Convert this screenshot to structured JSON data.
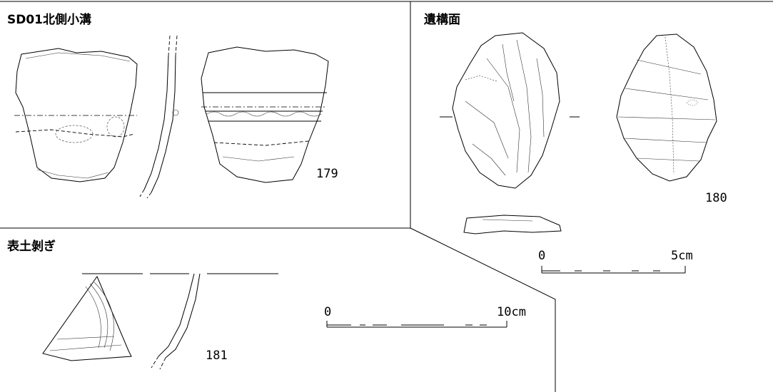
{
  "sections": {
    "sd01": {
      "label": "SD01北側小溝",
      "find_number": "179"
    },
    "ikoumen": {
      "label": "遺構面",
      "find_number": "180"
    },
    "hyoudo": {
      "label": "表土剝ぎ",
      "find_number": "181"
    }
  },
  "scales": {
    "small": {
      "start_label": "0",
      "end_label": "5cm"
    },
    "large": {
      "start_label": "0",
      "end_label": "10cm"
    }
  },
  "colors": {
    "line": "#000000",
    "background": "#ffffff"
  }
}
